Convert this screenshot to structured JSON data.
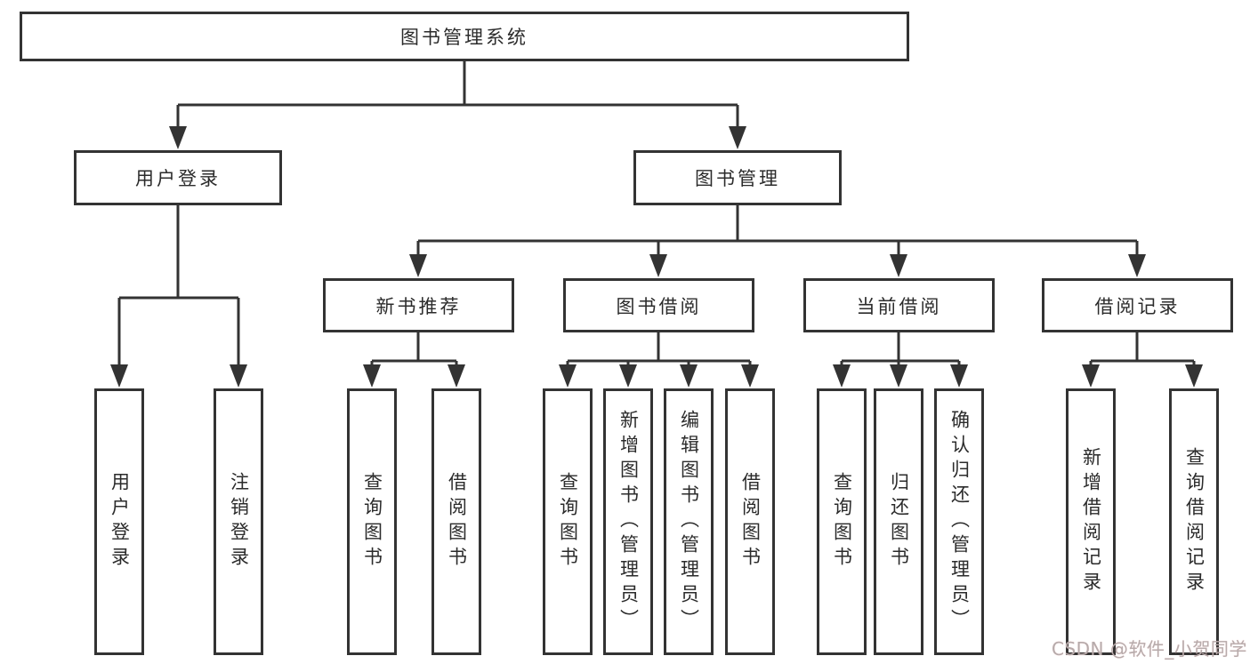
{
  "diagram": {
    "watermark": "CSDN @软件_小贺同学",
    "colors": {
      "line": "#333333",
      "box_border": "#333333",
      "text": "#2b2b2b",
      "watermark": "#b5abab",
      "background": "#ffffff"
    },
    "tree": {
      "root": {
        "label": "图书管理系统"
      },
      "branches": [
        {
          "label": "用户登录",
          "children": [
            {
              "label": "用户登录"
            },
            {
              "label": "注销登录"
            }
          ]
        },
        {
          "label": "图书管理",
          "sections": [
            {
              "label": "新书推荐",
              "children": [
                {
                  "label": "查询图书"
                },
                {
                  "label": "借阅图书"
                }
              ]
            },
            {
              "label": "图书借阅",
              "children": [
                {
                  "label": "查询图书"
                },
                {
                  "label": "新增图书（管理员）"
                },
                {
                  "label": "编辑图书（管理员）"
                },
                {
                  "label": "借阅图书"
                }
              ]
            },
            {
              "label": "当前借阅",
              "children": [
                {
                  "label": "查询图书"
                },
                {
                  "label": "归还图书"
                },
                {
                  "label": "确认归还（管理员）"
                }
              ]
            },
            {
              "label": "借阅记录",
              "children": [
                {
                  "label": "新增借阅记录"
                },
                {
                  "label": "查询借阅记录"
                }
              ]
            }
          ]
        }
      ]
    }
  }
}
